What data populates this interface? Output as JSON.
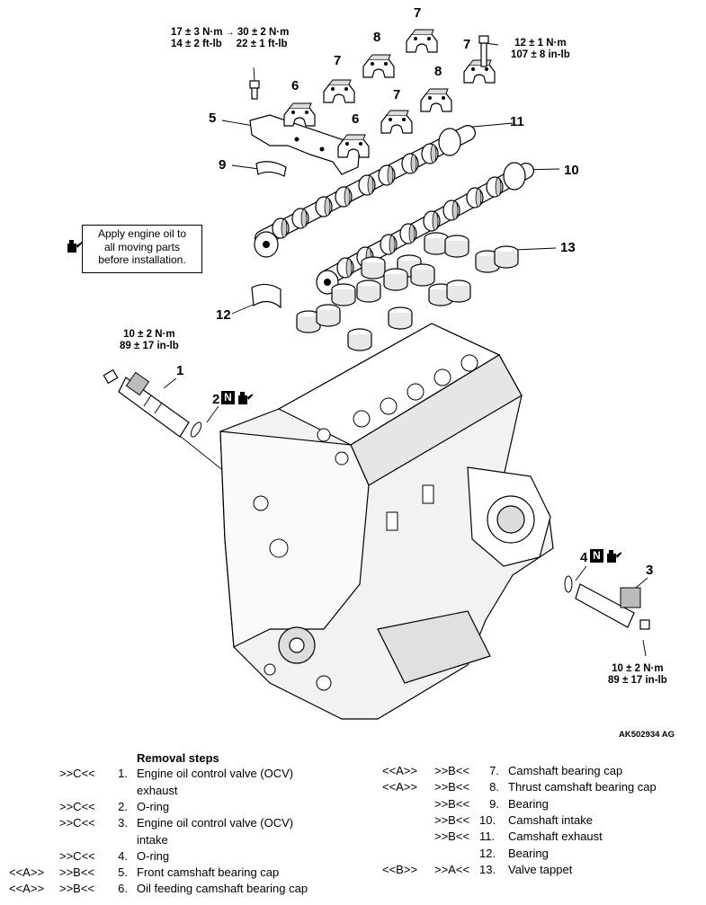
{
  "callouts": [
    {
      "id": "1",
      "label": "1"
    },
    {
      "id": "2",
      "label": "2"
    },
    {
      "id": "3",
      "label": "3"
    },
    {
      "id": "4",
      "label": "4"
    },
    {
      "id": "5",
      "label": "5"
    },
    {
      "id": "6a",
      "label": "6"
    },
    {
      "id": "6b",
      "label": "6"
    },
    {
      "id": "7a",
      "label": "7"
    },
    {
      "id": "7b",
      "label": "7"
    },
    {
      "id": "7c",
      "label": "7"
    },
    {
      "id": "7d",
      "label": "7"
    },
    {
      "id": "8a",
      "label": "8"
    },
    {
      "id": "8b",
      "label": "8"
    },
    {
      "id": "9",
      "label": "9"
    },
    {
      "id": "10",
      "label": "10"
    },
    {
      "id": "11",
      "label": "11"
    },
    {
      "id": "12",
      "label": "12"
    },
    {
      "id": "13",
      "label": "13"
    }
  ],
  "torques": {
    "top_left": {
      "l1": "17 ± 3 N·m",
      "arrow": "→",
      "l1b": "30 ± 2 N·m",
      "l2": "14 ± 2 ft-lb",
      "l2b": "22 ± 1 ft-lb"
    },
    "top_right": {
      "l1": "12 ± 1 N·m",
      "l2": "107 ± 8 in-lb"
    },
    "left": {
      "l1": "10 ± 2 N·m",
      "l2": "89 ± 17 in-lb"
    },
    "bottom_right": {
      "l1": "10 ± 2 N·m",
      "l2": "89 ± 17 in-lb"
    }
  },
  "note": {
    "text1": "Apply engine oil to",
    "text2": "all moving parts",
    "text3": "before installation."
  },
  "new_marker": "N",
  "figure_code": "AK502934 AG",
  "steps": {
    "title": "Removal steps",
    "left": [
      {
        "a": "",
        "b": ">>C<<",
        "n": "1.",
        "t": "Engine oil control valve (OCV)",
        "t2": "exhaust"
      },
      {
        "a": "",
        "b": ">>C<<",
        "n": "2.",
        "t": "O-ring"
      },
      {
        "a": "",
        "b": ">>C<<",
        "n": "3.",
        "t": "Engine oil control valve (OCV)",
        "t2": "intake"
      },
      {
        "a": "",
        "b": ">>C<<",
        "n": "4.",
        "t": "O-ring"
      },
      {
        "a": "<<A>>",
        "b": ">>B<<",
        "n": "5.",
        "t": "Front camshaft bearing cap"
      },
      {
        "a": "<<A>>",
        "b": ">>B<<",
        "n": "6.",
        "t": "Oil feeding camshaft bearing cap"
      }
    ],
    "right": [
      {
        "a": "<<A>>",
        "b": ">>B<<",
        "n": "7.",
        "t": "Camshaft bearing cap"
      },
      {
        "a": "<<A>>",
        "b": ">>B<<",
        "n": "8.",
        "t": "Thrust camshaft bearing cap"
      },
      {
        "a": "",
        "b": ">>B<<",
        "n": "9.",
        "t": "Bearing"
      },
      {
        "a": "",
        "b": ">>B<<",
        "n": "10.",
        "t": "Camshaft intake"
      },
      {
        "a": "",
        "b": ">>B<<",
        "n": "11.",
        "t": "Camshaft exhaust"
      },
      {
        "a": "",
        "b": "",
        "n": "12.",
        "t": "Bearing"
      },
      {
        "a": "<<B>>",
        "b": ">>A<<",
        "n": "13.",
        "t": "Valve tappet"
      }
    ]
  }
}
